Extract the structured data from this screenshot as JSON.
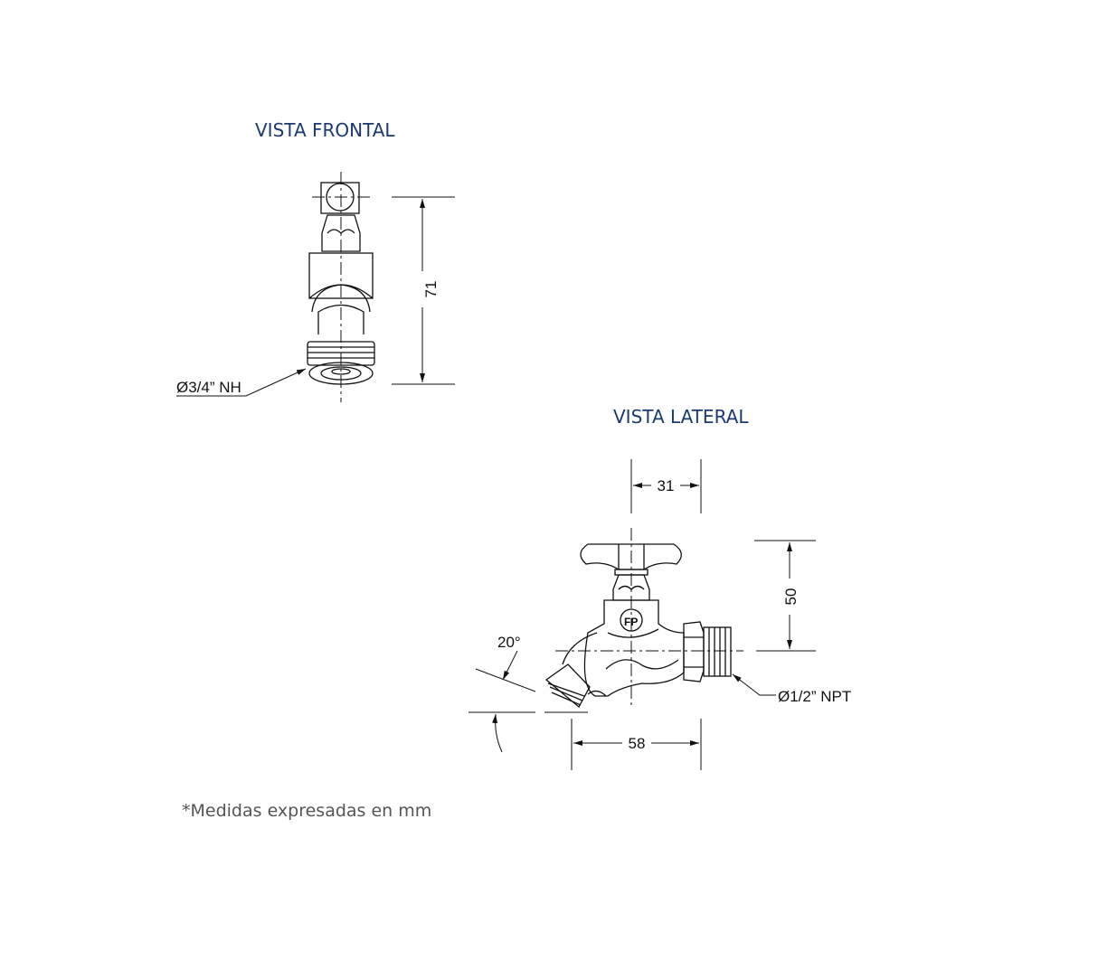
{
  "views": {
    "front": {
      "title": "VISTA FRONTAL",
      "dimensions": {
        "height": "71",
        "thread": "Ø3/4” NH"
      }
    },
    "side": {
      "title": "VISTA LATERAL",
      "dimensions": {
        "handle_offset": "31",
        "height": "50",
        "length": "58",
        "angle": "20°",
        "inlet_thread": "Ø1/2” NPT"
      },
      "logo": "FP"
    }
  },
  "footer": {
    "note": "*Medidas expresadas en mm"
  },
  "colors": {
    "title": "#1b3a73",
    "note": "#555555",
    "lines": "#111111"
  }
}
